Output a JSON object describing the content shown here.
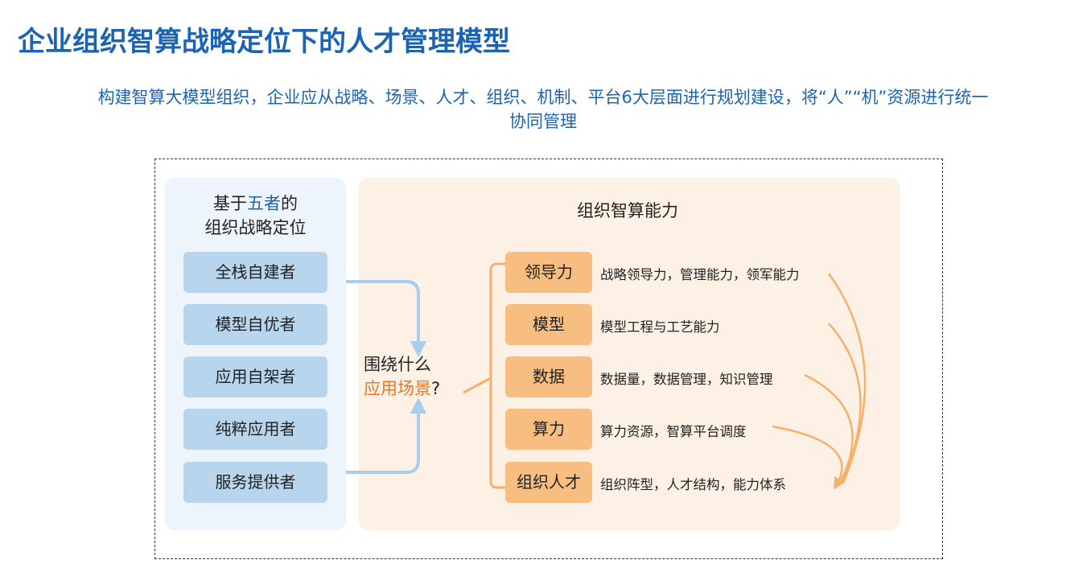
{
  "title": "企业组织智算战略定位下的人才管理模型",
  "subtitle": "构建智算大模型组织，企业应从战略、场景、人才、组织、机制、平台6大层面进行规划建设，将“人”“机”资源进行统一协同管理",
  "left_panel": {
    "title_prefix": "基于",
    "title_highlight": "五者",
    "title_suffix": "的",
    "title_line2": "组织战略定位",
    "roles": [
      "全栈自建者",
      "模型自优者",
      "应用自架者",
      "纯粹应用者",
      "服务提供者"
    ]
  },
  "center": {
    "question_line1": "围绕什么",
    "question_highlight": "应用场景",
    "question_mark": "?"
  },
  "right_panel": {
    "title": "组织智算能力",
    "capabilities": [
      {
        "name": "领导力",
        "desc": "战略领导力，管理能力，领军能力"
      },
      {
        "name": "模型",
        "desc": "模型工程与工艺能力"
      },
      {
        "name": "数据",
        "desc": "数据量，数据管理，知识管理"
      },
      {
        "name": "算力",
        "desc": "算力资源，智算平台调度"
      },
      {
        "name": "组织人才",
        "desc": "组织阵型，人才结构，能力体系"
      }
    ]
  },
  "colors": {
    "title_blue": "#1b63b3",
    "role_blue": "#b8d5ee",
    "cap_orange": "#f8bd80",
    "accent_orange": "#e8772a",
    "arrow_blue": "#a8cdee",
    "arrow_orange": "#f5b06a"
  }
}
